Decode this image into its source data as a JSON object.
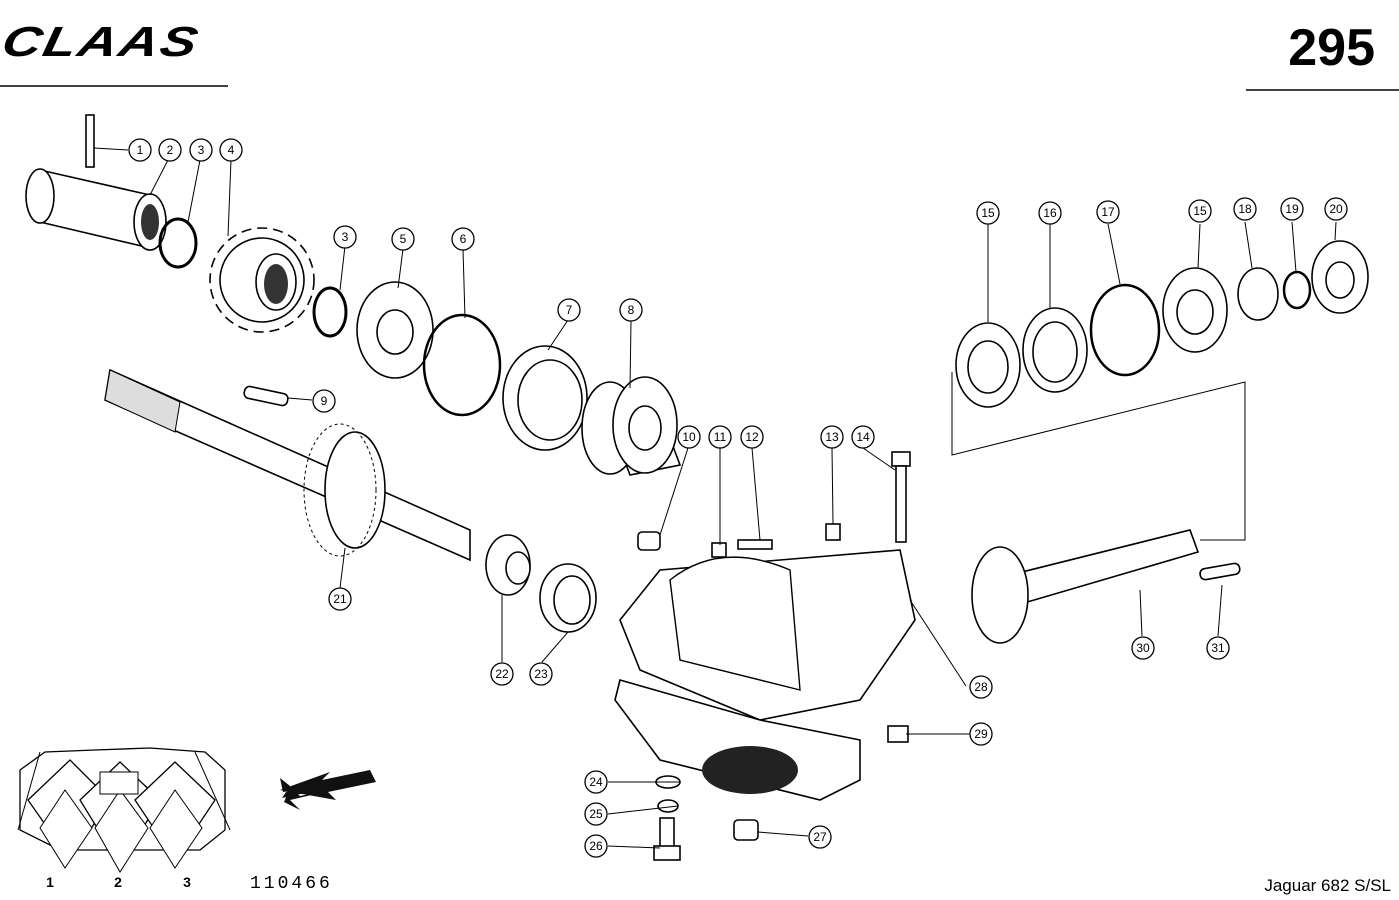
{
  "header": {
    "brand": "CLAAS",
    "page_number": "295"
  },
  "footer": {
    "drawing_number": "110466",
    "model": "Jaguar 682 S/SL"
  },
  "inset": {
    "row_labels": [
      "1",
      "2",
      "3"
    ]
  },
  "callouts": [
    "1",
    "2",
    "3",
    "4",
    "3",
    "5",
    "6",
    "7",
    "8",
    "9",
    "10",
    "11",
    "12",
    "13",
    "14",
    "15",
    "16",
    "17",
    "15",
    "18",
    "19",
    "20",
    "21",
    "22",
    "23",
    "24",
    "25",
    "26",
    "27",
    "28",
    "29",
    "30",
    "31"
  ]
}
